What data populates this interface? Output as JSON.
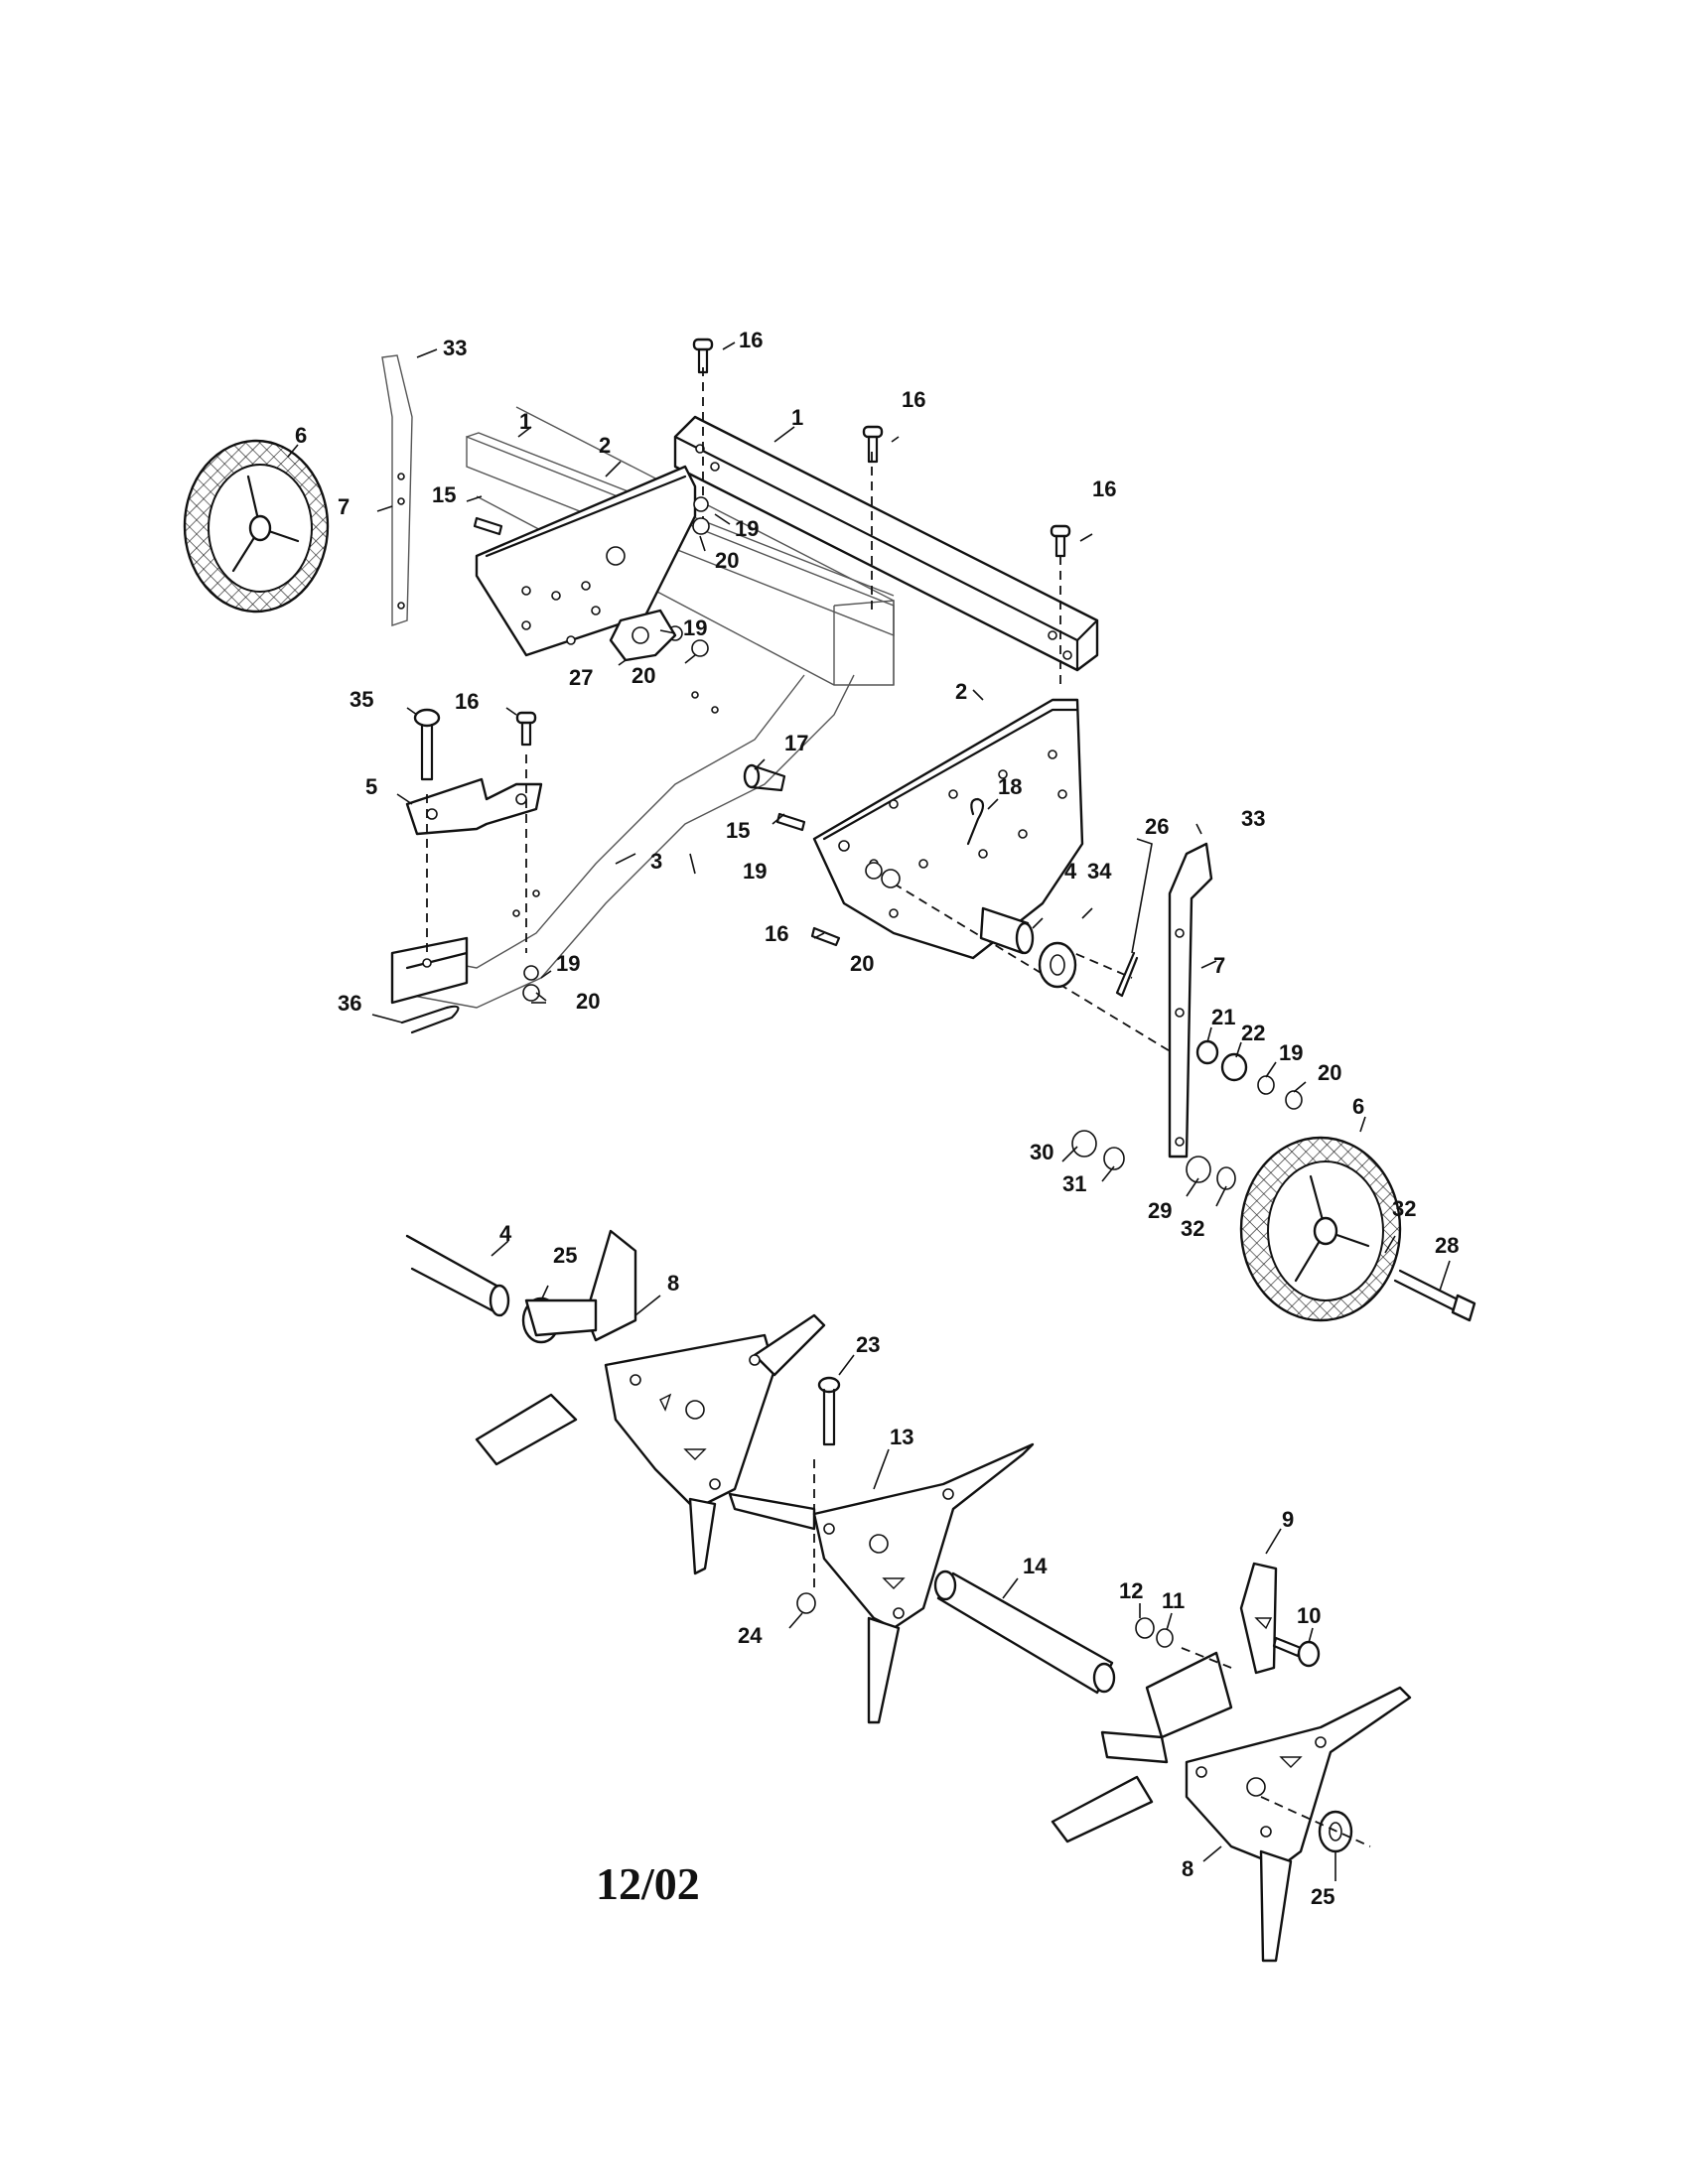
{
  "diagram": {
    "date_code": "12/02",
    "callouts": [
      {
        "id": "c16a",
        "text": "16"
      },
      {
        "id": "c33a",
        "text": "33"
      },
      {
        "id": "c1a",
        "text": "1"
      },
      {
        "id": "c1b",
        "text": "1"
      },
      {
        "id": "c16b",
        "text": "16"
      },
      {
        "id": "c6a",
        "text": "6"
      },
      {
        "id": "c2a",
        "text": "2"
      },
      {
        "id": "c16c",
        "text": "16"
      },
      {
        "id": "c7a",
        "text": "7"
      },
      {
        "id": "c15a",
        "text": "15"
      },
      {
        "id": "c19a",
        "text": "19"
      },
      {
        "id": "c20a",
        "text": "20"
      },
      {
        "id": "c19b",
        "text": "19"
      },
      {
        "id": "c27",
        "text": "27"
      },
      {
        "id": "c20b",
        "text": "20"
      },
      {
        "id": "c2b",
        "text": "2"
      },
      {
        "id": "c35",
        "text": "35"
      },
      {
        "id": "c16d",
        "text": "16"
      },
      {
        "id": "c17",
        "text": "17"
      },
      {
        "id": "c18",
        "text": "18"
      },
      {
        "id": "c5",
        "text": "5"
      },
      {
        "id": "c15b",
        "text": "15"
      },
      {
        "id": "c26",
        "text": "26"
      },
      {
        "id": "c33b",
        "text": "33"
      },
      {
        "id": "c3",
        "text": "3"
      },
      {
        "id": "c19c",
        "text": "19"
      },
      {
        "id": "c4a",
        "text": "4"
      },
      {
        "id": "c34",
        "text": "34"
      },
      {
        "id": "c16e",
        "text": "16"
      },
      {
        "id": "c20c",
        "text": "20"
      },
      {
        "id": "c7b",
        "text": "7"
      },
      {
        "id": "c19d",
        "text": "19"
      },
      {
        "id": "c36",
        "text": "36"
      },
      {
        "id": "c20d",
        "text": "20"
      },
      {
        "id": "c21",
        "text": "21"
      },
      {
        "id": "c22",
        "text": "22"
      },
      {
        "id": "c19e",
        "text": "19"
      },
      {
        "id": "c20e",
        "text": "20"
      },
      {
        "id": "c30",
        "text": "30"
      },
      {
        "id": "c6b",
        "text": "6"
      },
      {
        "id": "c31",
        "text": "31"
      },
      {
        "id": "c29",
        "text": "29"
      },
      {
        "id": "c32a",
        "text": "32"
      },
      {
        "id": "c32b",
        "text": "32"
      },
      {
        "id": "c4b",
        "text": "4"
      },
      {
        "id": "c25a",
        "text": "25"
      },
      {
        "id": "c8a",
        "text": "8"
      },
      {
        "id": "c28",
        "text": "28"
      },
      {
        "id": "c23",
        "text": "23"
      },
      {
        "id": "c13",
        "text": "13"
      },
      {
        "id": "c9",
        "text": "9"
      },
      {
        "id": "c14",
        "text": "14"
      },
      {
        "id": "c12",
        "text": "12"
      },
      {
        "id": "c11",
        "text": "11"
      },
      {
        "id": "c10",
        "text": "10"
      },
      {
        "id": "c24",
        "text": "24"
      },
      {
        "id": "c8b",
        "text": "8"
      },
      {
        "id": "c25b",
        "text": "25"
      }
    ]
  }
}
